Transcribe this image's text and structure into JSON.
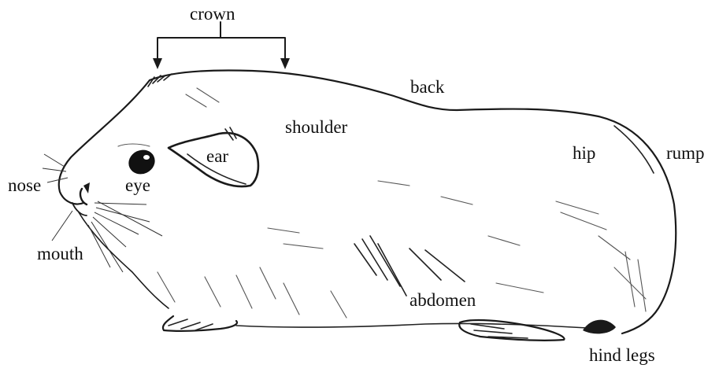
{
  "diagram": {
    "labels": {
      "crown": "crown",
      "back": "back",
      "shoulder": "shoulder",
      "hip": "hip",
      "rump": "rump",
      "ear": "ear",
      "nose": "nose",
      "eye": "eye",
      "mouth": "mouth",
      "abdomen": "abdomen",
      "hind_legs": "hind legs"
    }
  }
}
